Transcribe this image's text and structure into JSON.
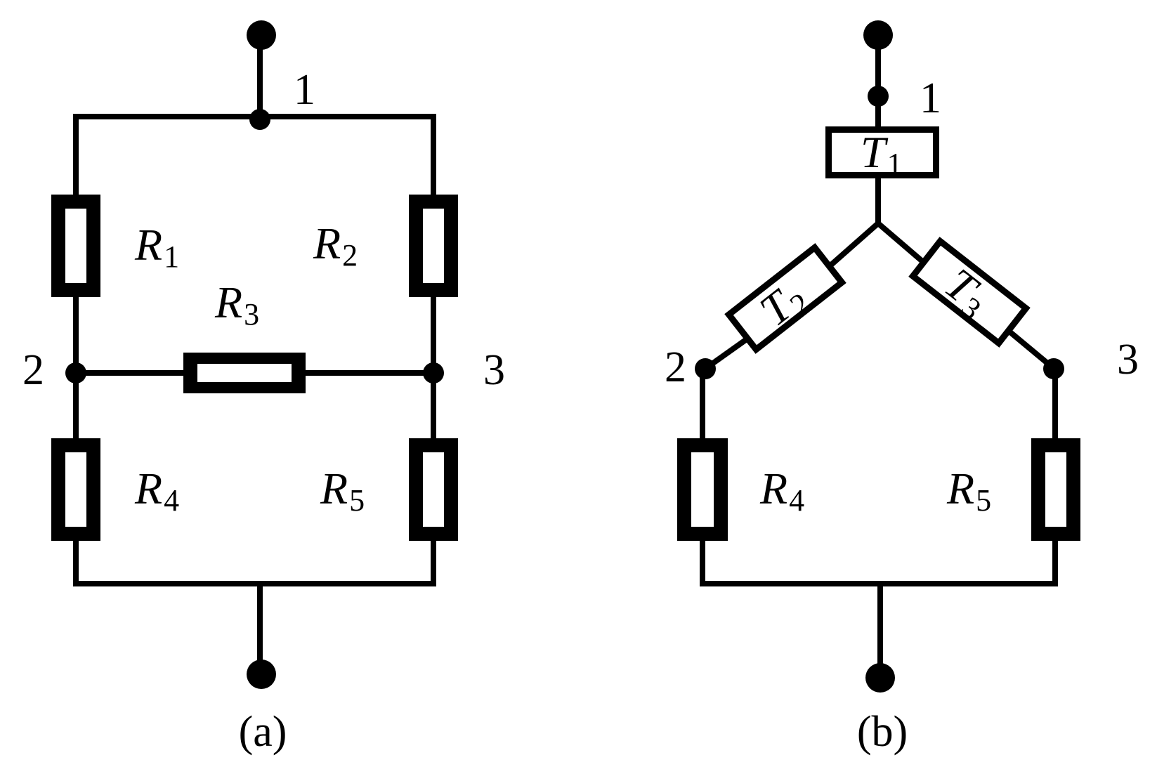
{
  "diagram_a": {
    "caption": "(a)",
    "nodes": {
      "n1": "1",
      "n2": "2",
      "n3": "3"
    },
    "resistors": {
      "r1": {
        "symbol": "R",
        "sub": "1"
      },
      "r2": {
        "symbol": "R",
        "sub": "2"
      },
      "r3": {
        "symbol": "R",
        "sub": "3"
      },
      "r4": {
        "symbol": "R",
        "sub": "4"
      },
      "r5": {
        "symbol": "R",
        "sub": "5"
      }
    }
  },
  "diagram_b": {
    "caption": "(b)",
    "nodes": {
      "n1": "1",
      "n2": "2",
      "n3": "3"
    },
    "elements": {
      "t1": {
        "symbol": "T",
        "sub": "1"
      },
      "t2": {
        "symbol": "T",
        "sub": "2"
      },
      "t3": {
        "symbol": "T",
        "sub": "3"
      },
      "r4": {
        "symbol": "R",
        "sub": "4"
      },
      "r5": {
        "symbol": "R",
        "sub": "5"
      }
    }
  }
}
